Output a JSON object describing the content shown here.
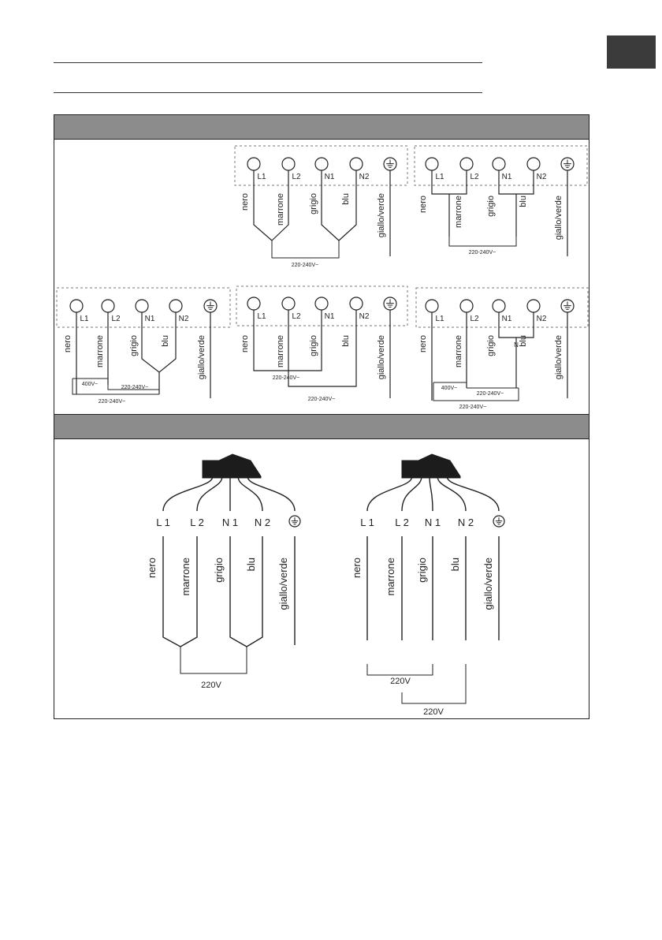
{
  "labels": {
    "L1": "L1",
    "L2": "L2",
    "N1": "N1",
    "N2": "N2",
    "N": "N",
    "nero": "nero",
    "marrone": "marrone",
    "grigio": "grigio",
    "blu": "blu",
    "giallo_verde": "giallo/verde"
  },
  "voltages": {
    "v220_240": "220-240V~",
    "v400": "400V~",
    "v220": "220V"
  },
  "colors": {
    "header_bar": "#8c8c8c",
    "tab": "#3b3b3b",
    "line": "#222222",
    "terminal_box": "#777777"
  }
}
